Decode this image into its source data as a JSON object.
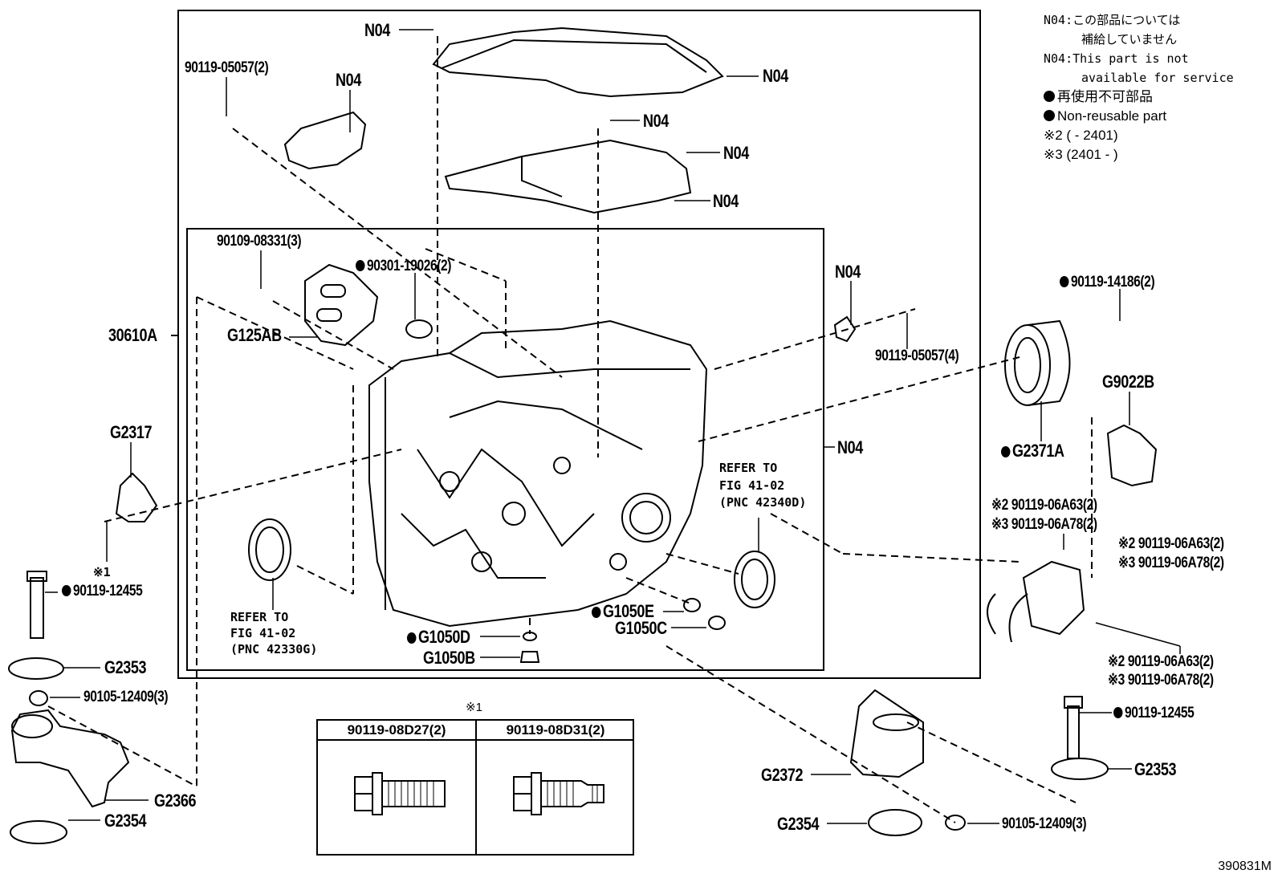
{
  "legend": {
    "line1_code": "N04",
    "line1_ja_a": "この部品については",
    "line1_ja_b": "補給していません",
    "line2_code": "N04",
    "line2_en_a": "This part is not",
    "line2_en_b": "available for service",
    "nonreusable_ja": "再使用不可部品",
    "nonreusable_en": "Non-reusable part",
    "note2": "※2 (      - 2401)",
    "note3": "※3 (2401  -      )"
  },
  "labels": {
    "n04_top_bolt": "N04",
    "n04_oil_pan": "N04",
    "n04_cover_bolt1": "N04",
    "n04_cover_bolt2": "N04",
    "n04_cover_bolt3": "N04",
    "n04_cooler": "N04",
    "n04_sensor": "N04",
    "n04_case": "N04",
    "bolt_90119_05057_2": "90119-05057(2)",
    "bolt_90119_05057_4": "90119-05057(4)",
    "bolt_90109_08331_3": "90109-08331(3)",
    "oring_90301_19026_2": "90301-19026(2)",
    "assy_30610A": "30610A",
    "cooler_G125AB": "G125AB",
    "bracket_G2317": "G2317",
    "note_ref1": "※1",
    "bolt_90119_12455_left": "90119-12455",
    "washer_G2353_left": "G2353",
    "bolt_90105_12409_left": "90105-12409(3)",
    "mount_G2366": "G2366",
    "stopper_G2354_left": "G2354",
    "refer_left_1": "REFER TO",
    "refer_left_2": "FIG 41-02",
    "refer_left_3": "(PNC 42330G)",
    "refer_right_1": "REFER TO",
    "refer_right_2": "FIG 41-02",
    "refer_right_3": "(PNC 42340D)",
    "gasket_G1050D": "G1050D",
    "plug_G1050B": "G1050B",
    "gasket_G1050E": "G1050E",
    "plug_G1050C": "G1050C",
    "bolt_90119_14186_2": "90119-14186(2)",
    "mount_G2371A": "G2371A",
    "bracket_G9022B": "G9022B",
    "bolt_06A63_a": "※2 90119-06A63(2)",
    "bolt_06A78_a": "※3 90119-06A78(2)",
    "bolt_06A63_b": "※2 90119-06A63(2)",
    "bolt_06A78_b": "※3 90119-06A78(2)",
    "bolt_06A63_c": "※2 90119-06A63(2)",
    "bolt_06A78_c": "※3 90119-06A78(2)",
    "bolt_90119_12455_right": "90119-12455",
    "washer_G2353_right": "G2353",
    "mount_G2372": "G2372",
    "stopper_G2354_right": "G2354",
    "bolt_90105_12409_right": "90105-12409(3)"
  },
  "note_table": {
    "title": "※1",
    "columns": [
      "90119-08D27(2)",
      "90119-08D31(2)"
    ]
  },
  "figure_code": "390831M"
}
